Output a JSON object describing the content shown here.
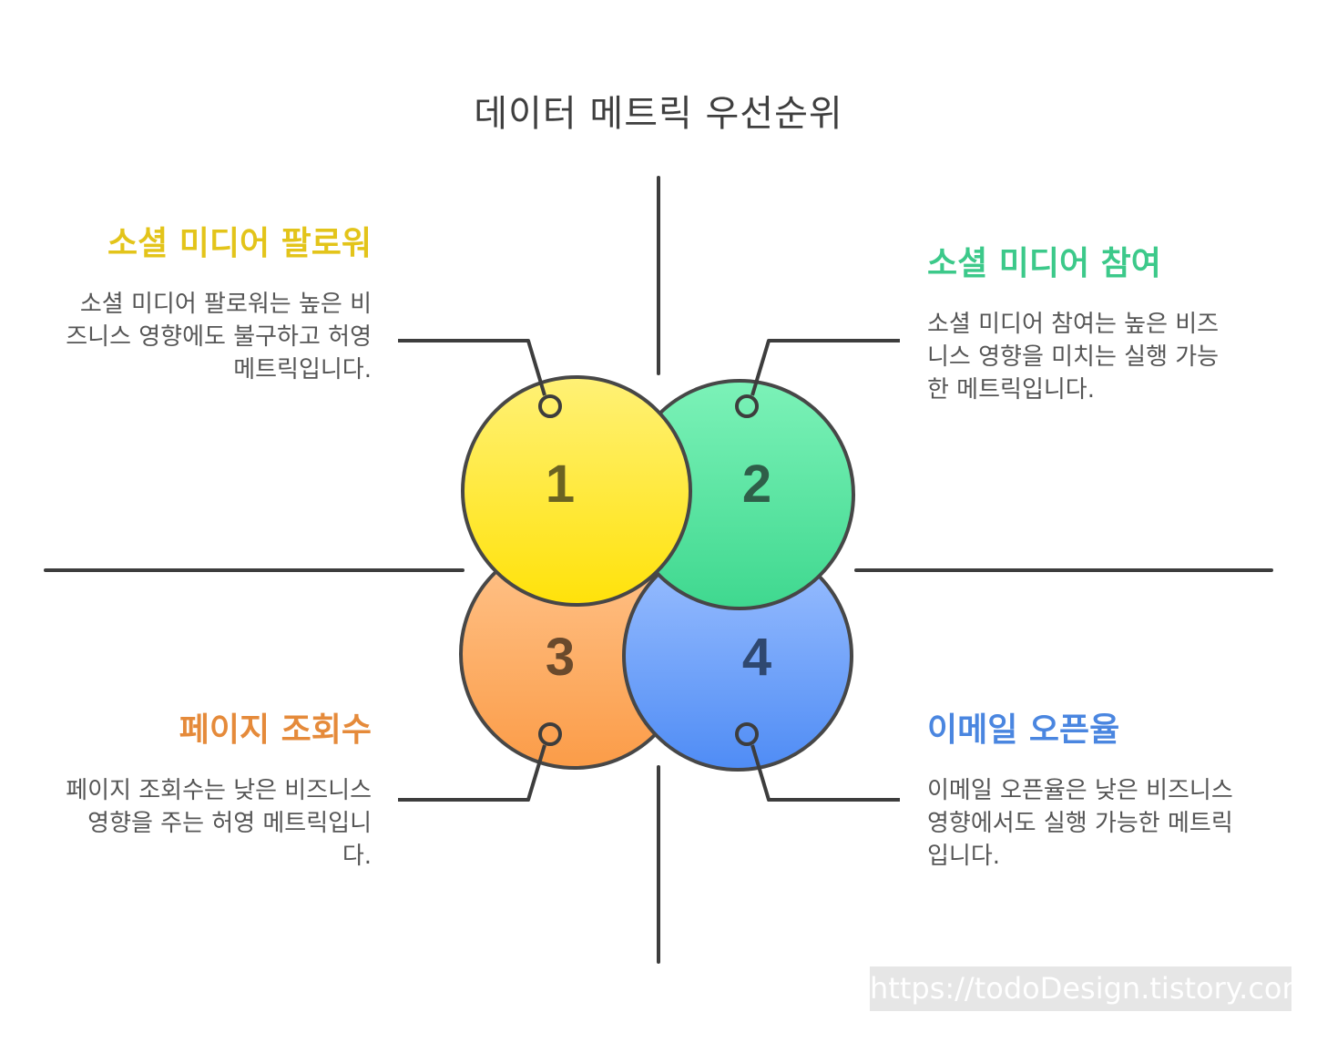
{
  "title": "데이터 메트릭 우선순위",
  "items": [
    {
      "number": "1",
      "heading": "소셜 미디어 팔로워",
      "description": "소셜 미디어 팔로워는 높은 비즈니스 영향에도 불구하고 허영 메트릭입니다.",
      "accent": "#e3c41a",
      "fill_top": "#fff176",
      "fill_bottom": "#ffe20a"
    },
    {
      "number": "2",
      "heading": "소셜 미디어 참여",
      "description": "소셜 미디어 참여는 높은 비즈니스 영향을 미치는 실행 가능한 메트릭입니다.",
      "accent": "#3cc98a",
      "fill_top": "#7cf2b8",
      "fill_bottom": "#3fd88f"
    },
    {
      "number": "3",
      "heading": "페이지 조회수",
      "description": "페이지 조회수는 낮은 비즈니스 영향을 주는 허영 메트릭입니다.",
      "accent": "#e58a3a",
      "fill_top": "#ffc48c",
      "fill_bottom": "#fb9c48"
    },
    {
      "number": "4",
      "heading": "이메일 오픈율",
      "description": "이메일 오픈율은 낮은 비즈니스 영향에서도 실행 가능한 메트릭입니다.",
      "accent": "#4a86e0",
      "fill_top": "#9ec1ff",
      "fill_bottom": "#4f8cf5"
    }
  ],
  "watermark": "https://todoDesign.tistory.com"
}
